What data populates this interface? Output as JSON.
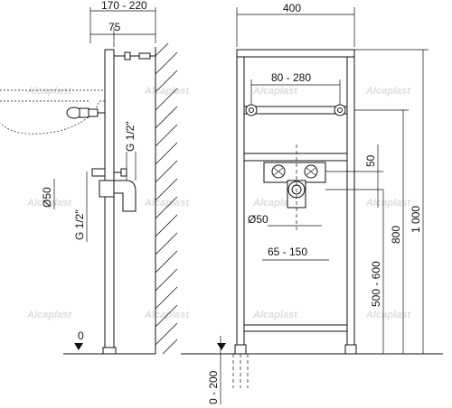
{
  "dimensions": {
    "top_width_range": "170 - 220",
    "top_offset": "75",
    "frame_width": "400",
    "bracket_spacing": "80 - 280",
    "drain_height": "50",
    "thread_upper": "G 1/2\"",
    "drain_diameter_side": "Ø50",
    "thread_lower": "G 1/2\"",
    "drain_diameter_front": "Ø50",
    "outlet_spacing": "65 - 150",
    "outlet_height": "800",
    "total_height": "1 000",
    "drain_height_range": "500 - 600",
    "floor_level": "0",
    "leg_adjust": "0 - 200"
  },
  "watermark": "Alcaplast"
}
